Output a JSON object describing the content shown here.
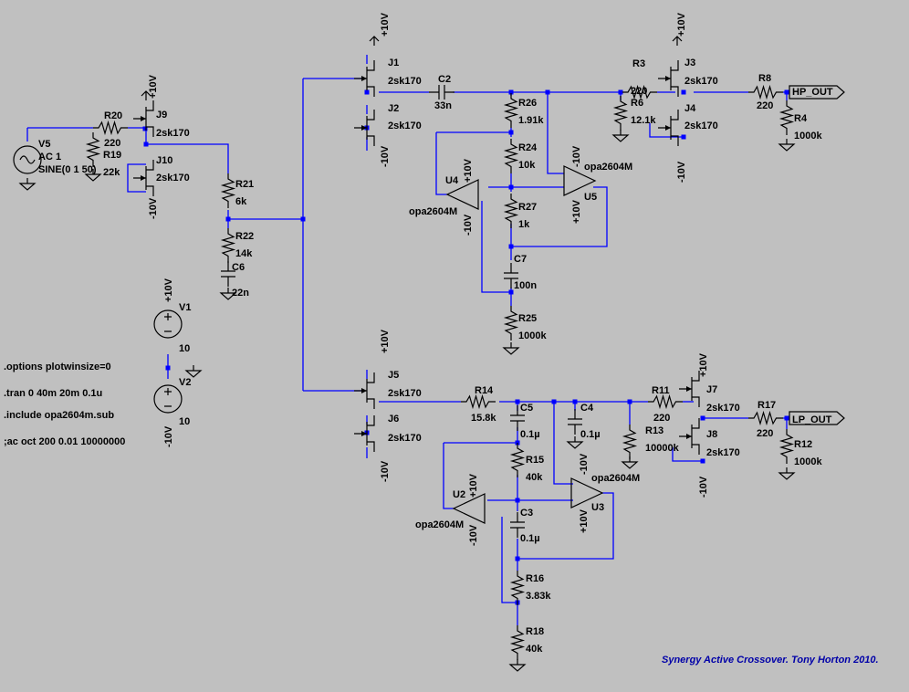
{
  "schematic": {
    "title": "Synergy Active Crossover. Tony Horton 2010.",
    "supply_pos": "+10V",
    "supply_neg": "-10V",
    "source": {
      "name": "V5",
      "line1": "AC 1",
      "line2": "SINE(0 1 50)"
    },
    "v1": {
      "name": "V1",
      "value": "10"
    },
    "v2": {
      "name": "V2",
      "value": "10"
    },
    "directives": [
      ".options plotwinsize=0",
      ".tran 0 40m 20m 0.1u",
      ".include opa2604m.sub",
      ";ac oct 200 0.01 10000000"
    ],
    "jfet_model": "2sk170",
    "opamp_model": "opa2604M",
    "jfets": [
      "J1",
      "J2",
      "J3",
      "J4",
      "J5",
      "J6",
      "J7",
      "J8",
      "J9",
      "J10"
    ],
    "opamps": [
      "U2",
      "U3",
      "U4",
      "U5"
    ],
    "resistors": {
      "R3": "220",
      "R4": "1000k",
      "R6": "12.1k",
      "R8": "220",
      "R11": "220",
      "R12": "1000k",
      "R13": "10000k",
      "R14": "15.8k",
      "R15": "40k",
      "R16": "3.83k",
      "R17": "220",
      "R18": "40k",
      "R19": "22k",
      "R20": "220",
      "R21": "6k",
      "R22": "14k",
      "R24": "10k",
      "R25": "1000k",
      "R26": "1.91k",
      "R27": "1k"
    },
    "capacitors": {
      "C2": "33n",
      "C3": "0.1µ",
      "C4": "0.1µ",
      "C5": "0.1µ",
      "C6": "22n",
      "C7": "100n"
    },
    "outputs": {
      "hp": "HP_OUT",
      "lp": "LP_OUT"
    }
  },
  "colors": {
    "background": "#c0c0c0",
    "wire": "#0000ff",
    "component": "#000000",
    "signature": "#0000a8"
  }
}
